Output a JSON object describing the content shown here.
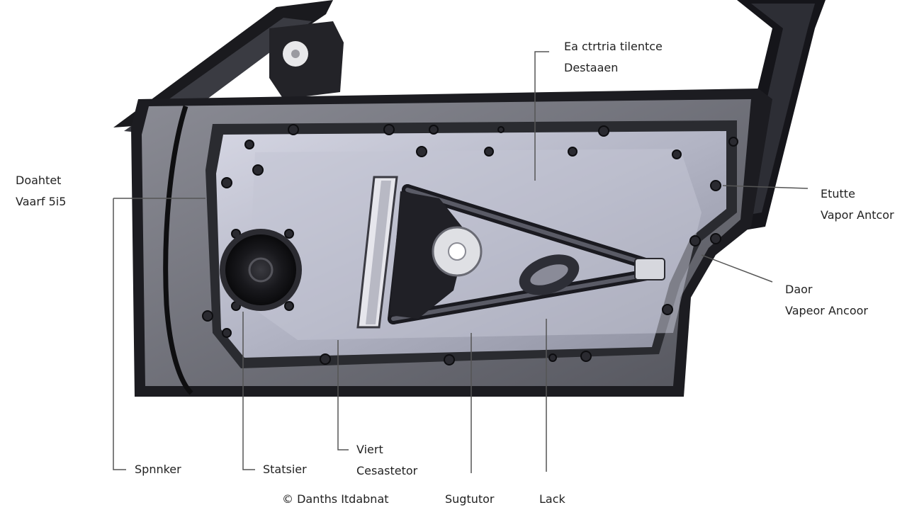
{
  "diagram": {
    "callouts": [
      {
        "id": "top",
        "lines": [
          "Ea ctrtria tilentce",
          "Destaaen"
        ]
      },
      {
        "id": "left",
        "lines": [
          "Doahtet",
          "Vaarf 5i5"
        ]
      },
      {
        "id": "right-1",
        "lines": [
          "Etutte",
          "Vapor Antcor"
        ]
      },
      {
        "id": "right-2",
        "lines": [
          "Daor",
          "Vapeor Ancoor"
        ]
      },
      {
        "id": "bottom-speaker",
        "lines": [
          "Spnnker"
        ]
      },
      {
        "id": "bottom-2",
        "lines": [
          "Statsier"
        ]
      },
      {
        "id": "bottom-3",
        "lines": [
          "Viert",
          "Cesastetor"
        ]
      },
      {
        "id": "bottom-4",
        "lines": [
          "Sugtutor"
        ]
      },
      {
        "id": "bottom-lock",
        "lines": [
          "Lack"
        ]
      }
    ],
    "credit": "© Danths Itdabnat"
  },
  "colors": {
    "frame": "#1d1d22",
    "panel": "#6d6e78",
    "inner_panel": "#a9abb8",
    "leader": "#555555",
    "text": "#222222"
  }
}
